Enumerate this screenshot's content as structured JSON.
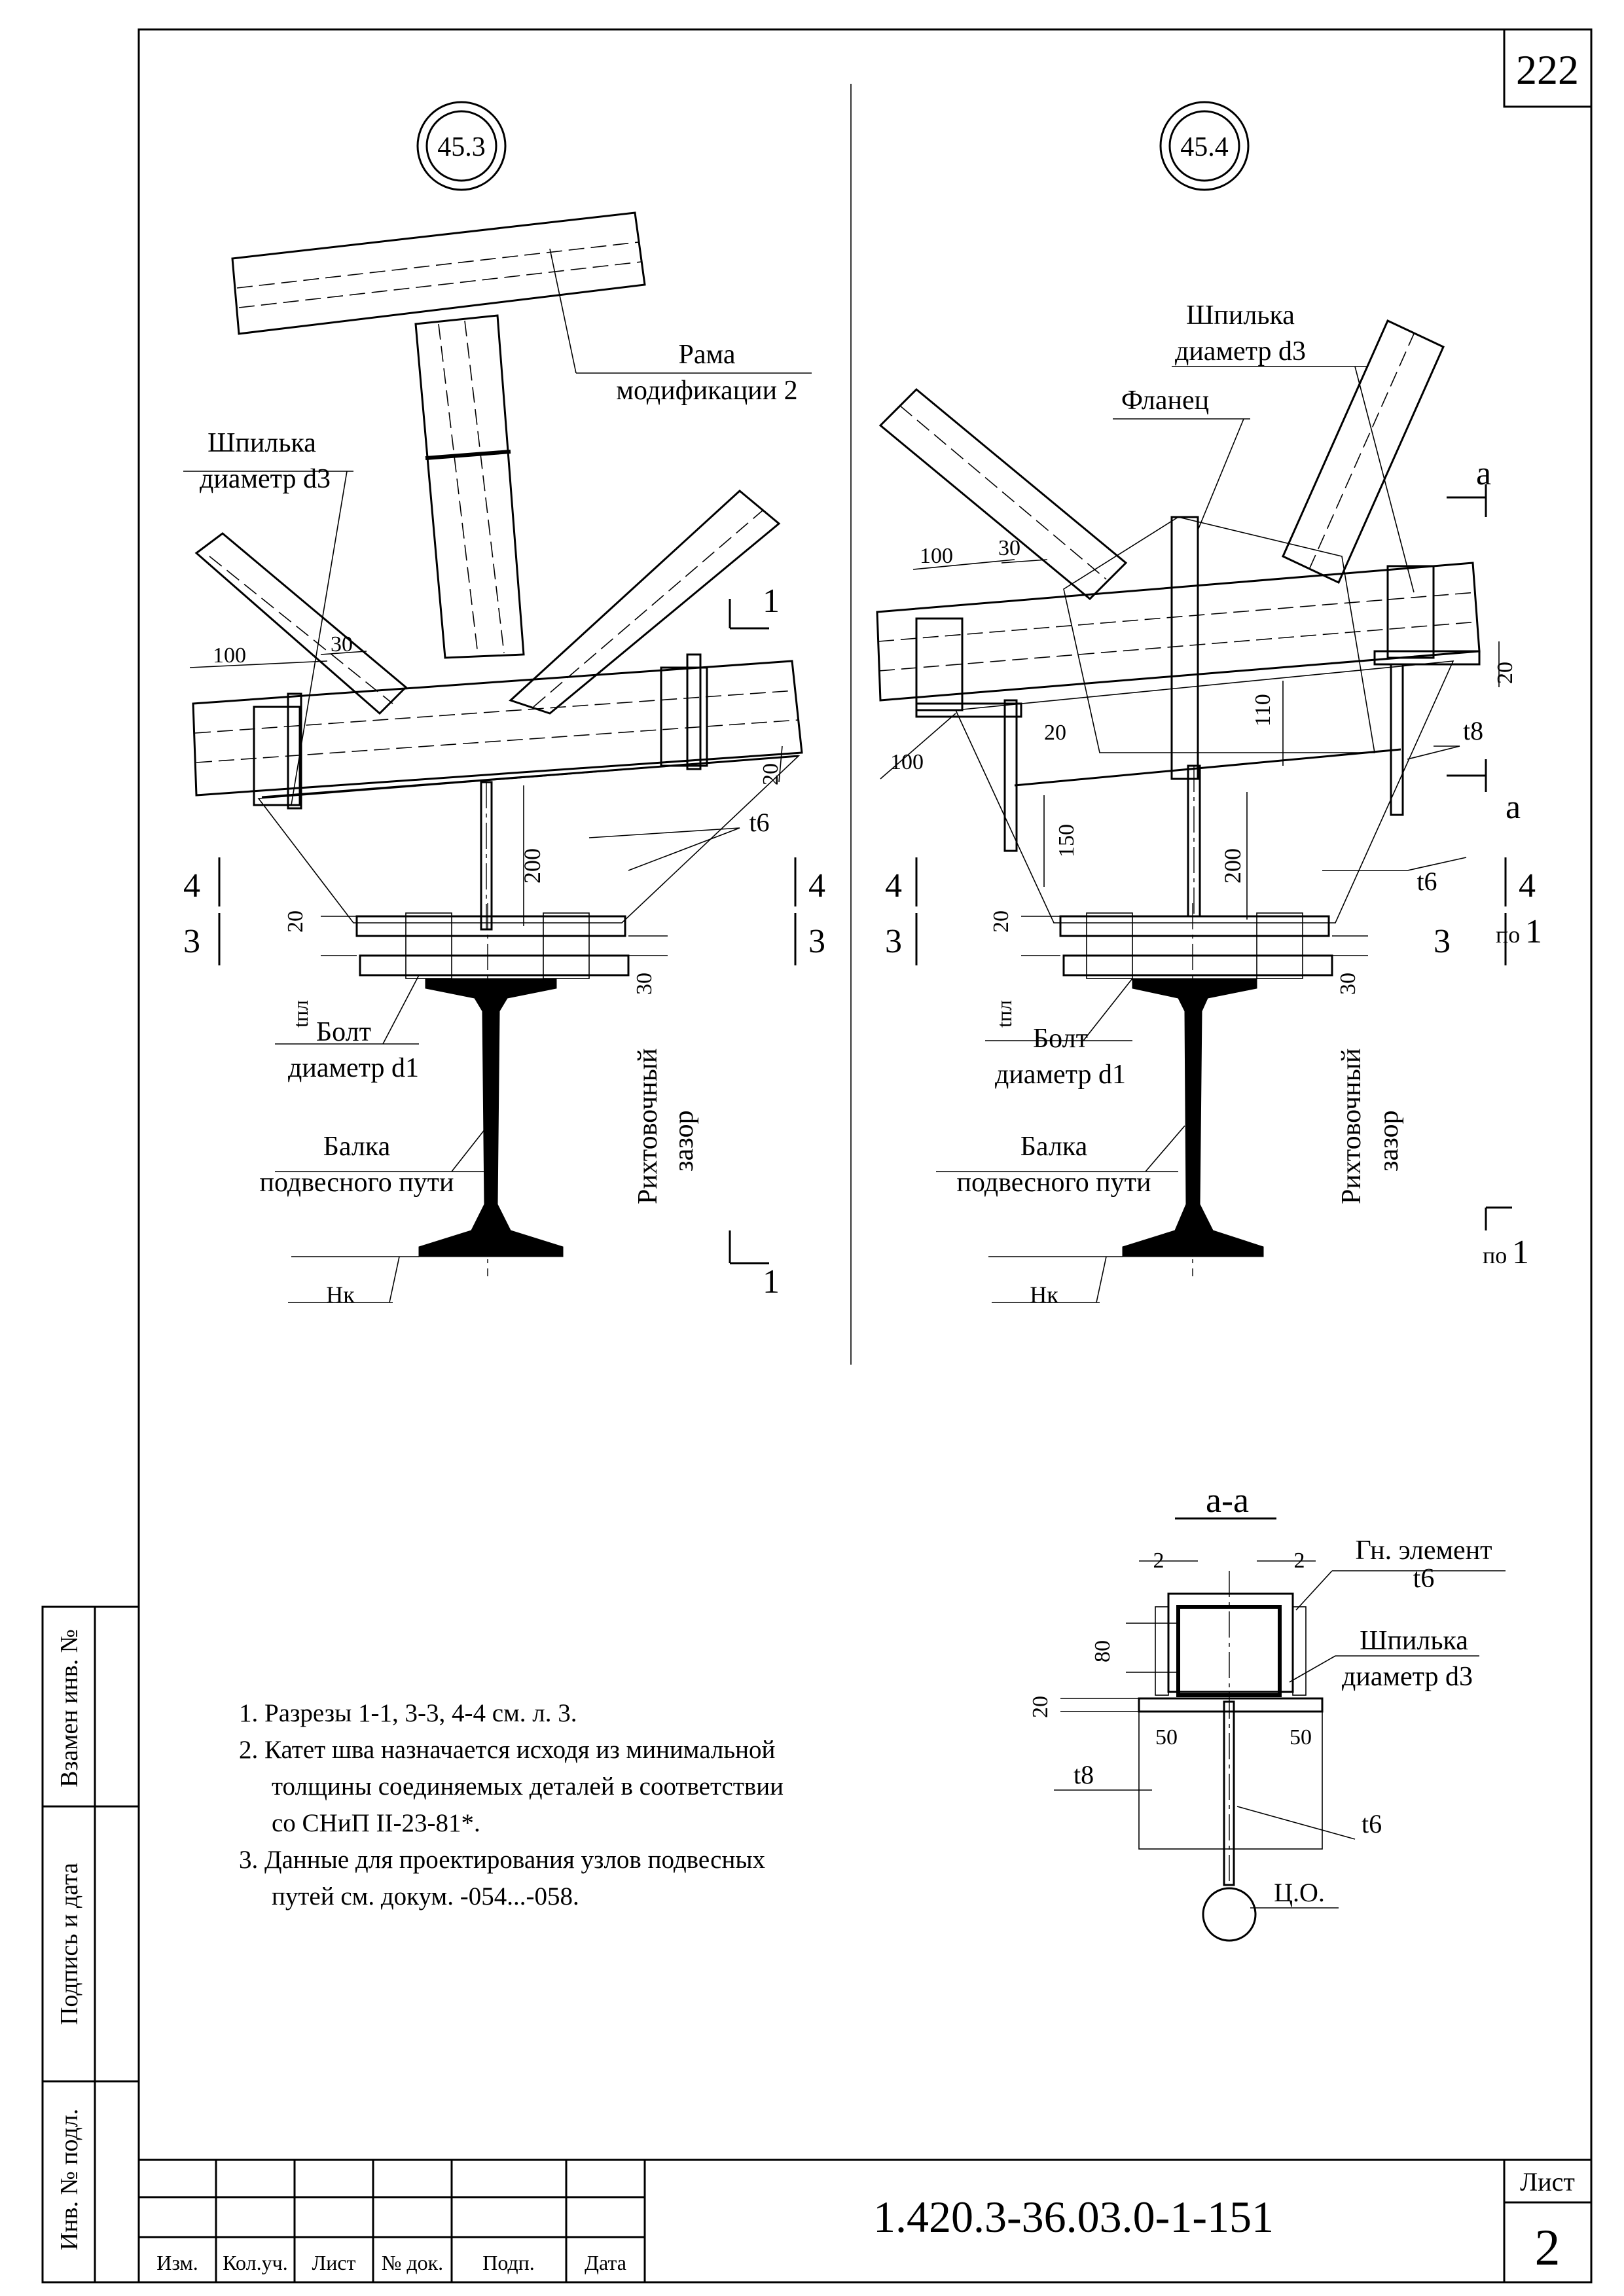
{
  "sheet": {
    "number": "222",
    "doc_code": "1.420.3-36.03.0-1-151",
    "list_label": "Лист",
    "list_number": "2"
  },
  "side_stamp": {
    "replaced": "Взамен инв. №",
    "signature_date": "Подпись и дата",
    "inv_original": "Инв. № подл."
  },
  "title_block": {
    "columns": [
      "Изм.",
      "Кол.уч.",
      "Лист",
      "№ док.",
      "Подп.",
      "Дата"
    ]
  },
  "node_left": {
    "id": "45.3",
    "labels": {
      "frame": "Рама",
      "frame2": "модификации 2",
      "stud": "Шпилька",
      "stud_d": "диаметр d3",
      "bolt": "Болт",
      "bolt_d": "диаметр d1",
      "beam": "Балка",
      "beam2": "подвесного пути",
      "gap": "Рихтовочный",
      "gap2": "зазор",
      "hk": "Нк",
      "t6": "t6",
      "tpl": "tпл"
    },
    "dims": {
      "d100": "100",
      "d30": "30",
      "d20a": "20",
      "d200": "200",
      "d20b": "20",
      "d30b": "30"
    },
    "sections": {
      "s1top": "1",
      "s1bot": "1",
      "s4l": "4",
      "s3l": "3",
      "s4r": "4",
      "s3r": "3"
    }
  },
  "node_right": {
    "id": "45.4",
    "labels": {
      "stud": "Шпилька",
      "stud_d": "диаметр d3",
      "flange": "Фланец",
      "bolt": "Болт",
      "bolt_d": "диаметр d1",
      "beam": "Балка",
      "beam2": "подвесного пути",
      "gap": "Рихтовочный",
      "gap2": "зазор",
      "hk": "Нк",
      "t8": "t8",
      "t6": "t6",
      "tpl": "tпл",
      "po": "по"
    },
    "dims": {
      "d100a": "100",
      "d30": "30",
      "d20a": "20",
      "d110": "110",
      "d20b": "20",
      "d100b": "100",
      "d150": "150",
      "d200": "200",
      "d20c": "20",
      "d30b": "30"
    },
    "sections": {
      "sa1": "a",
      "sa2": "a",
      "s4l": "4",
      "s3l": "3",
      "s4r": "4",
      "s3r": "3",
      "s1r": "1",
      "s1b": "1"
    }
  },
  "section_aa": {
    "title": "a-a",
    "labels": {
      "elem": "Гн. элемент",
      "elem_t": "t6",
      "stud": "Шпилька",
      "stud_d": "диаметр d3",
      "t8": "t8",
      "t6": "t6",
      "co": "Ц.О."
    },
    "dims": {
      "d2a": "2",
      "d2b": "2",
      "d80": "80",
      "d20": "20",
      "d50a": "50",
      "d50b": "50"
    }
  },
  "notes": [
    {
      "num": "1.",
      "text": "Разрезы 1-1, 3-3, 4-4 см.  л. 3."
    },
    {
      "num": "2.",
      "text": "Катет шва назначается исходя из минимальной",
      "cont": [
        "толщины соединяемых деталей в соответствии",
        "со СНиП II-23-81*."
      ]
    },
    {
      "num": "3.",
      "text": "Данные для проектирования узлов подвесных",
      "cont": [
        "путей см. докум. -054...-058."
      ]
    }
  ]
}
